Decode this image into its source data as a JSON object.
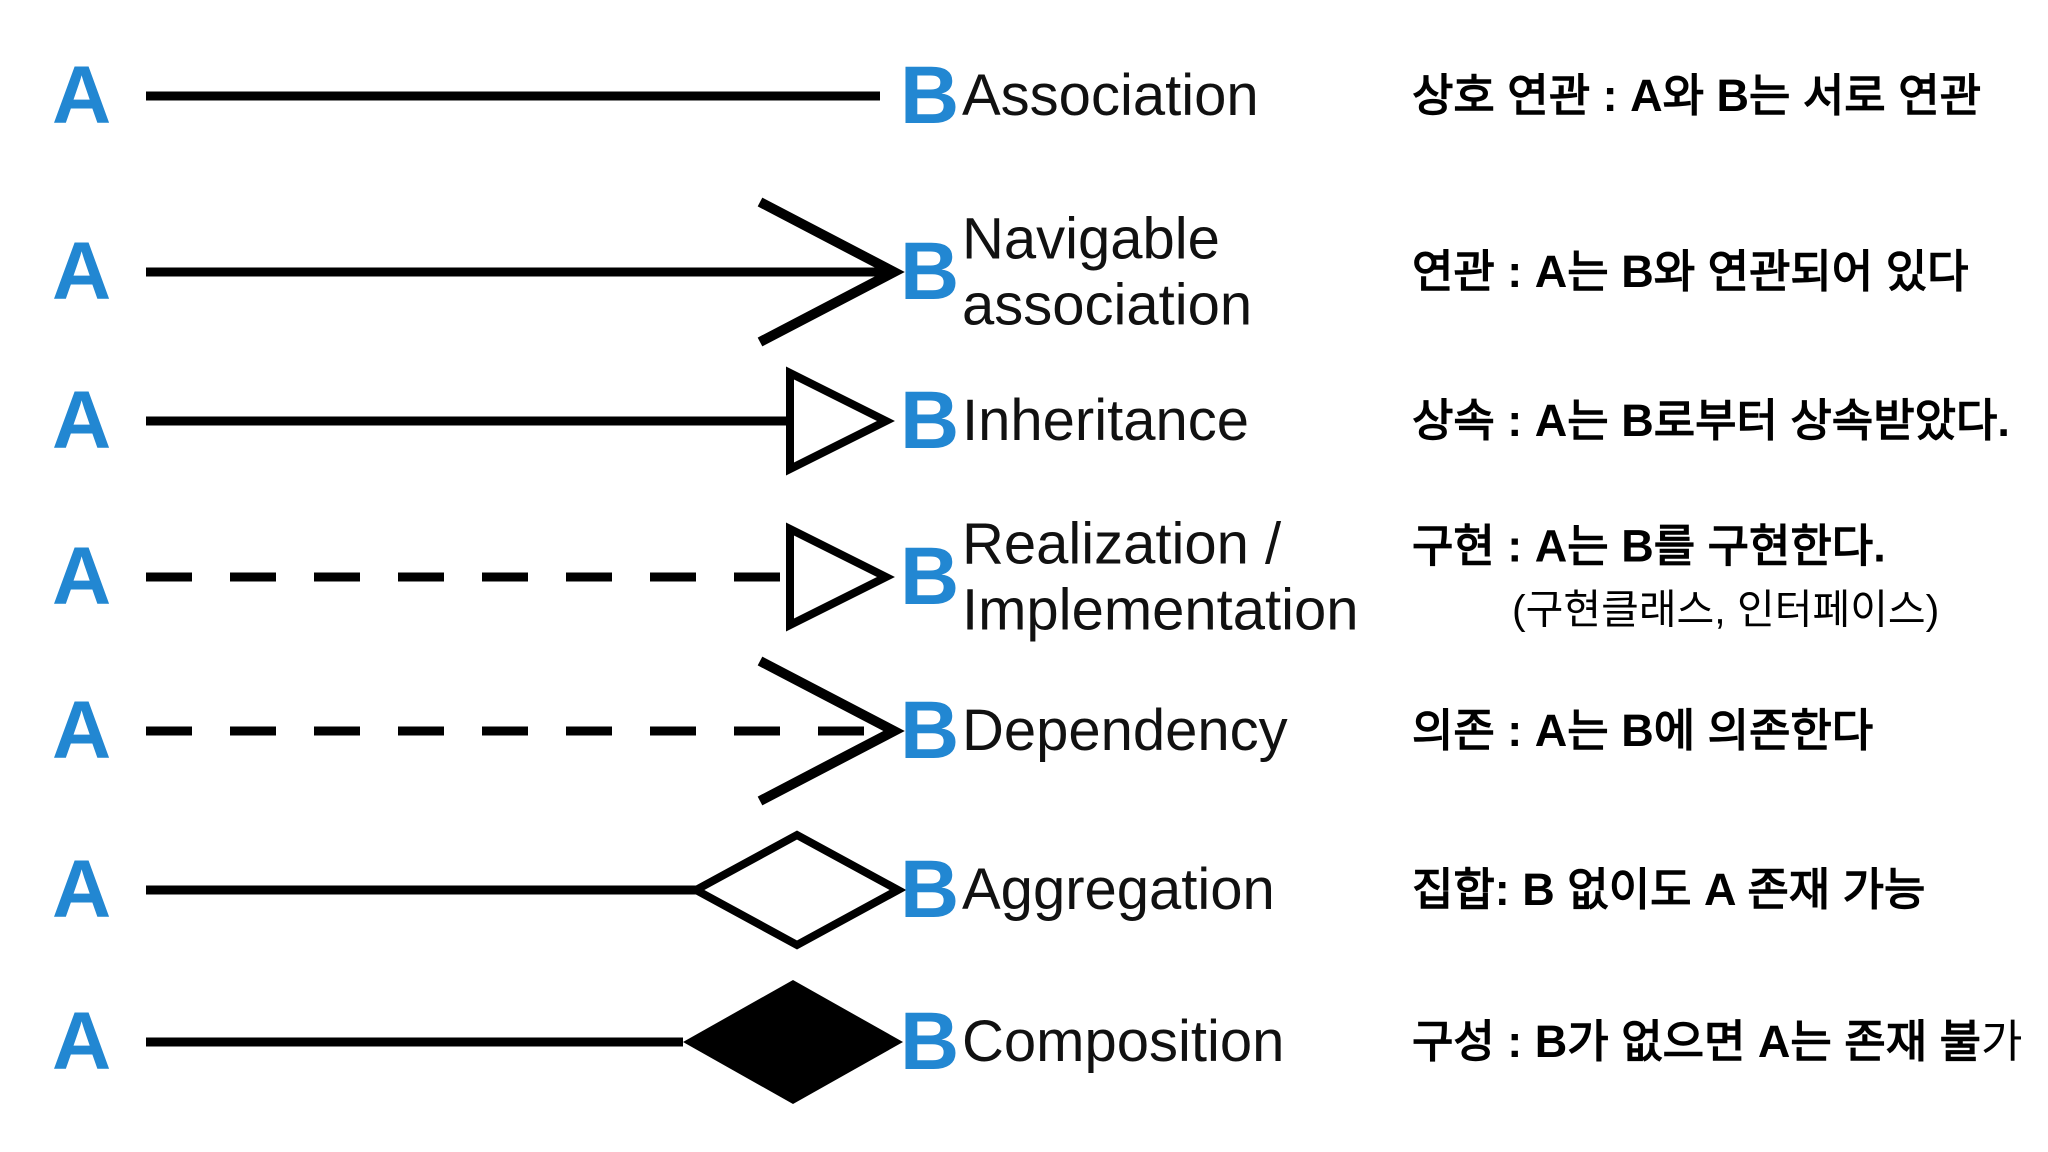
{
  "title": "UML relationship arrow legend",
  "colors": {
    "accent_blue": "#2287d2",
    "line_black": "#000000",
    "background": "#ffffff"
  },
  "rows": [
    {
      "a": "A",
      "b": "B",
      "connector": "solid-line",
      "label_lines": [
        "Association"
      ],
      "korean": "상호 연관 : A와 B는 서로 연관"
    },
    {
      "a": "A",
      "b": "B",
      "connector": "solid-open-arrow",
      "label_lines": [
        "Navigable",
        "association"
      ],
      "korean": "연관 : A는 B와 연관되어 있다"
    },
    {
      "a": "A",
      "b": "B",
      "connector": "solid-hollow-triangle",
      "label_lines": [
        "Inheritance"
      ],
      "korean": "상속 : A는 B로부터 상속받았다."
    },
    {
      "a": "A",
      "b": "B",
      "connector": "dashed-hollow-triangle",
      "label_lines": [
        "Realization /",
        "Implementation"
      ],
      "korean": "구현 : A는 B를 구현한다.",
      "korean_note": "(구현클래스, 인터페이스)"
    },
    {
      "a": "A",
      "b": "B",
      "connector": "dashed-open-arrow",
      "label_lines": [
        "Dependency"
      ],
      "korean": "의존 : A는 B에 의존한다"
    },
    {
      "a": "A",
      "b": "B",
      "connector": "solid-hollow-diamond",
      "label_lines": [
        "Aggregation"
      ],
      "korean": "집합: B 없이도 A 존재 가능"
    },
    {
      "a": "A",
      "b": "B",
      "connector": "solid-filled-diamond",
      "label_lines": [
        "Composition"
      ],
      "korean": "구성 : B가 없으면 A는 존재 불",
      "korean_tail": "가"
    }
  ]
}
